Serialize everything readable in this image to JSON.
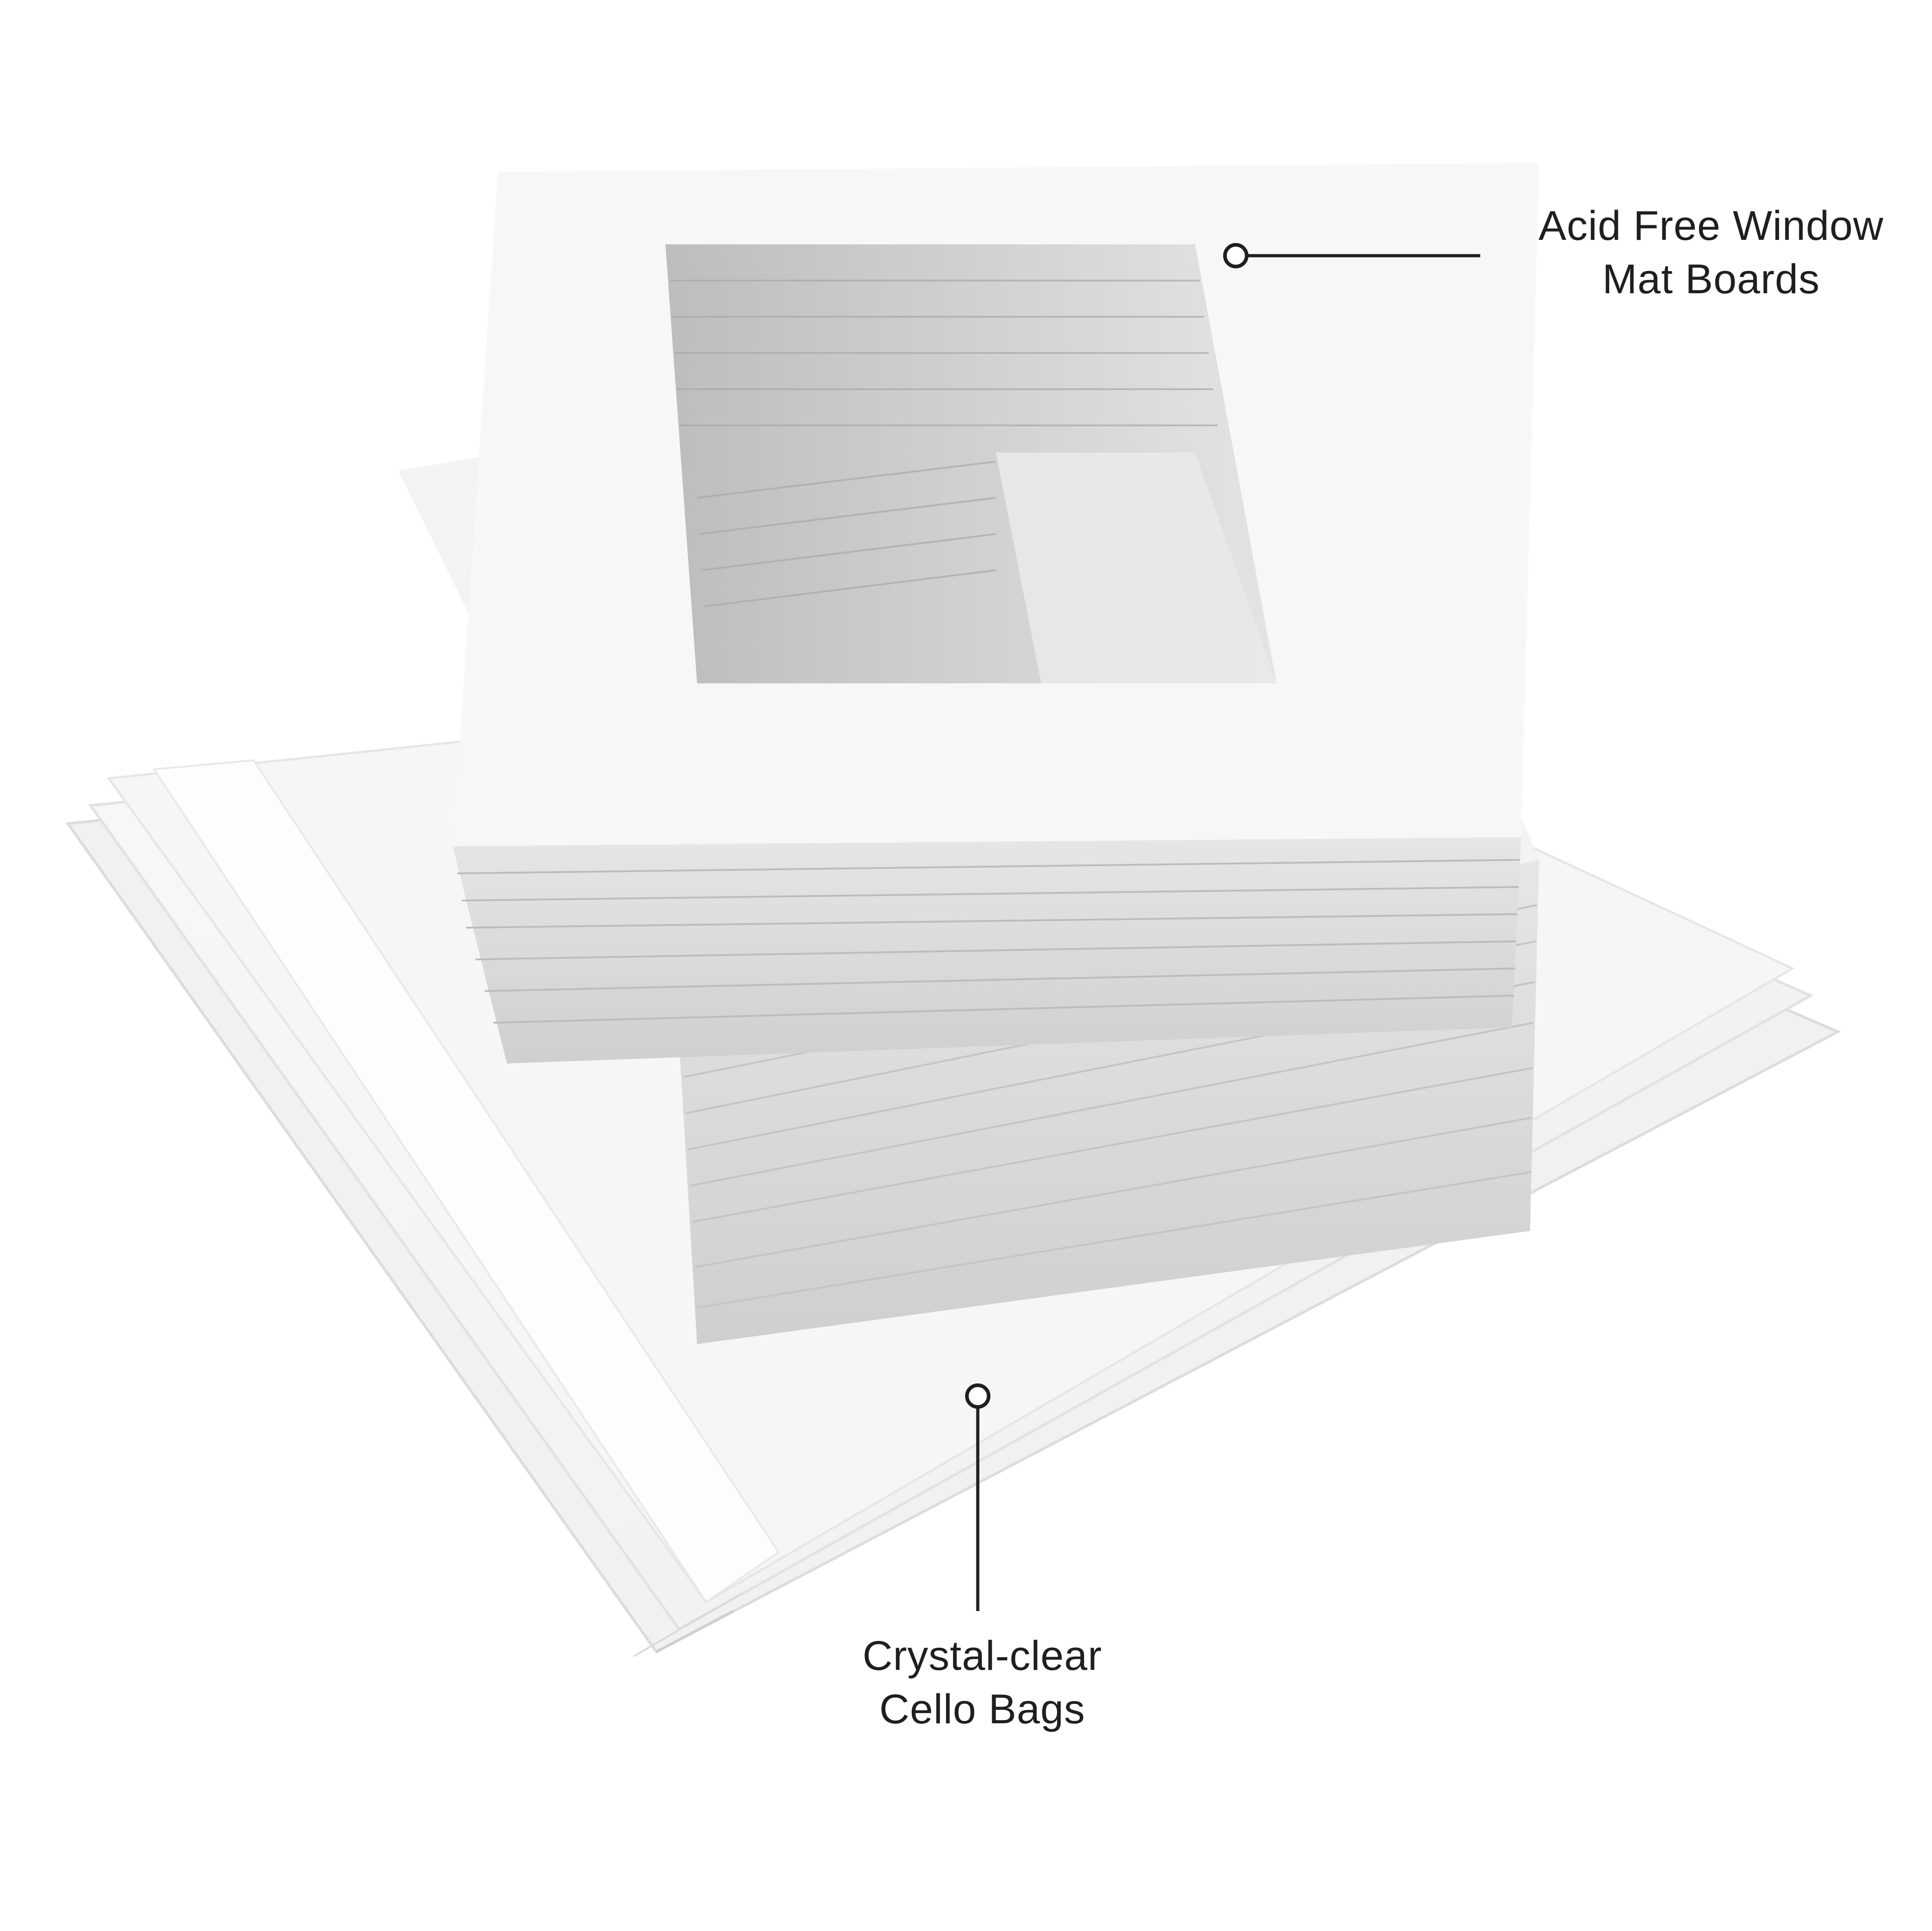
{
  "callouts": {
    "mat_boards": {
      "line1": "Acid Free Window",
      "line2": "Mat Boards"
    },
    "cello_bags": {
      "line1": "Crystal-clear",
      "line2": "Cello Bags"
    }
  },
  "colors": {
    "background": "#ffffff",
    "mat_face": "#f7f7f5",
    "mat_edge": "#d9d9d9",
    "bag": "#f3f4f4",
    "callout_line": "#1f1f1f"
  }
}
